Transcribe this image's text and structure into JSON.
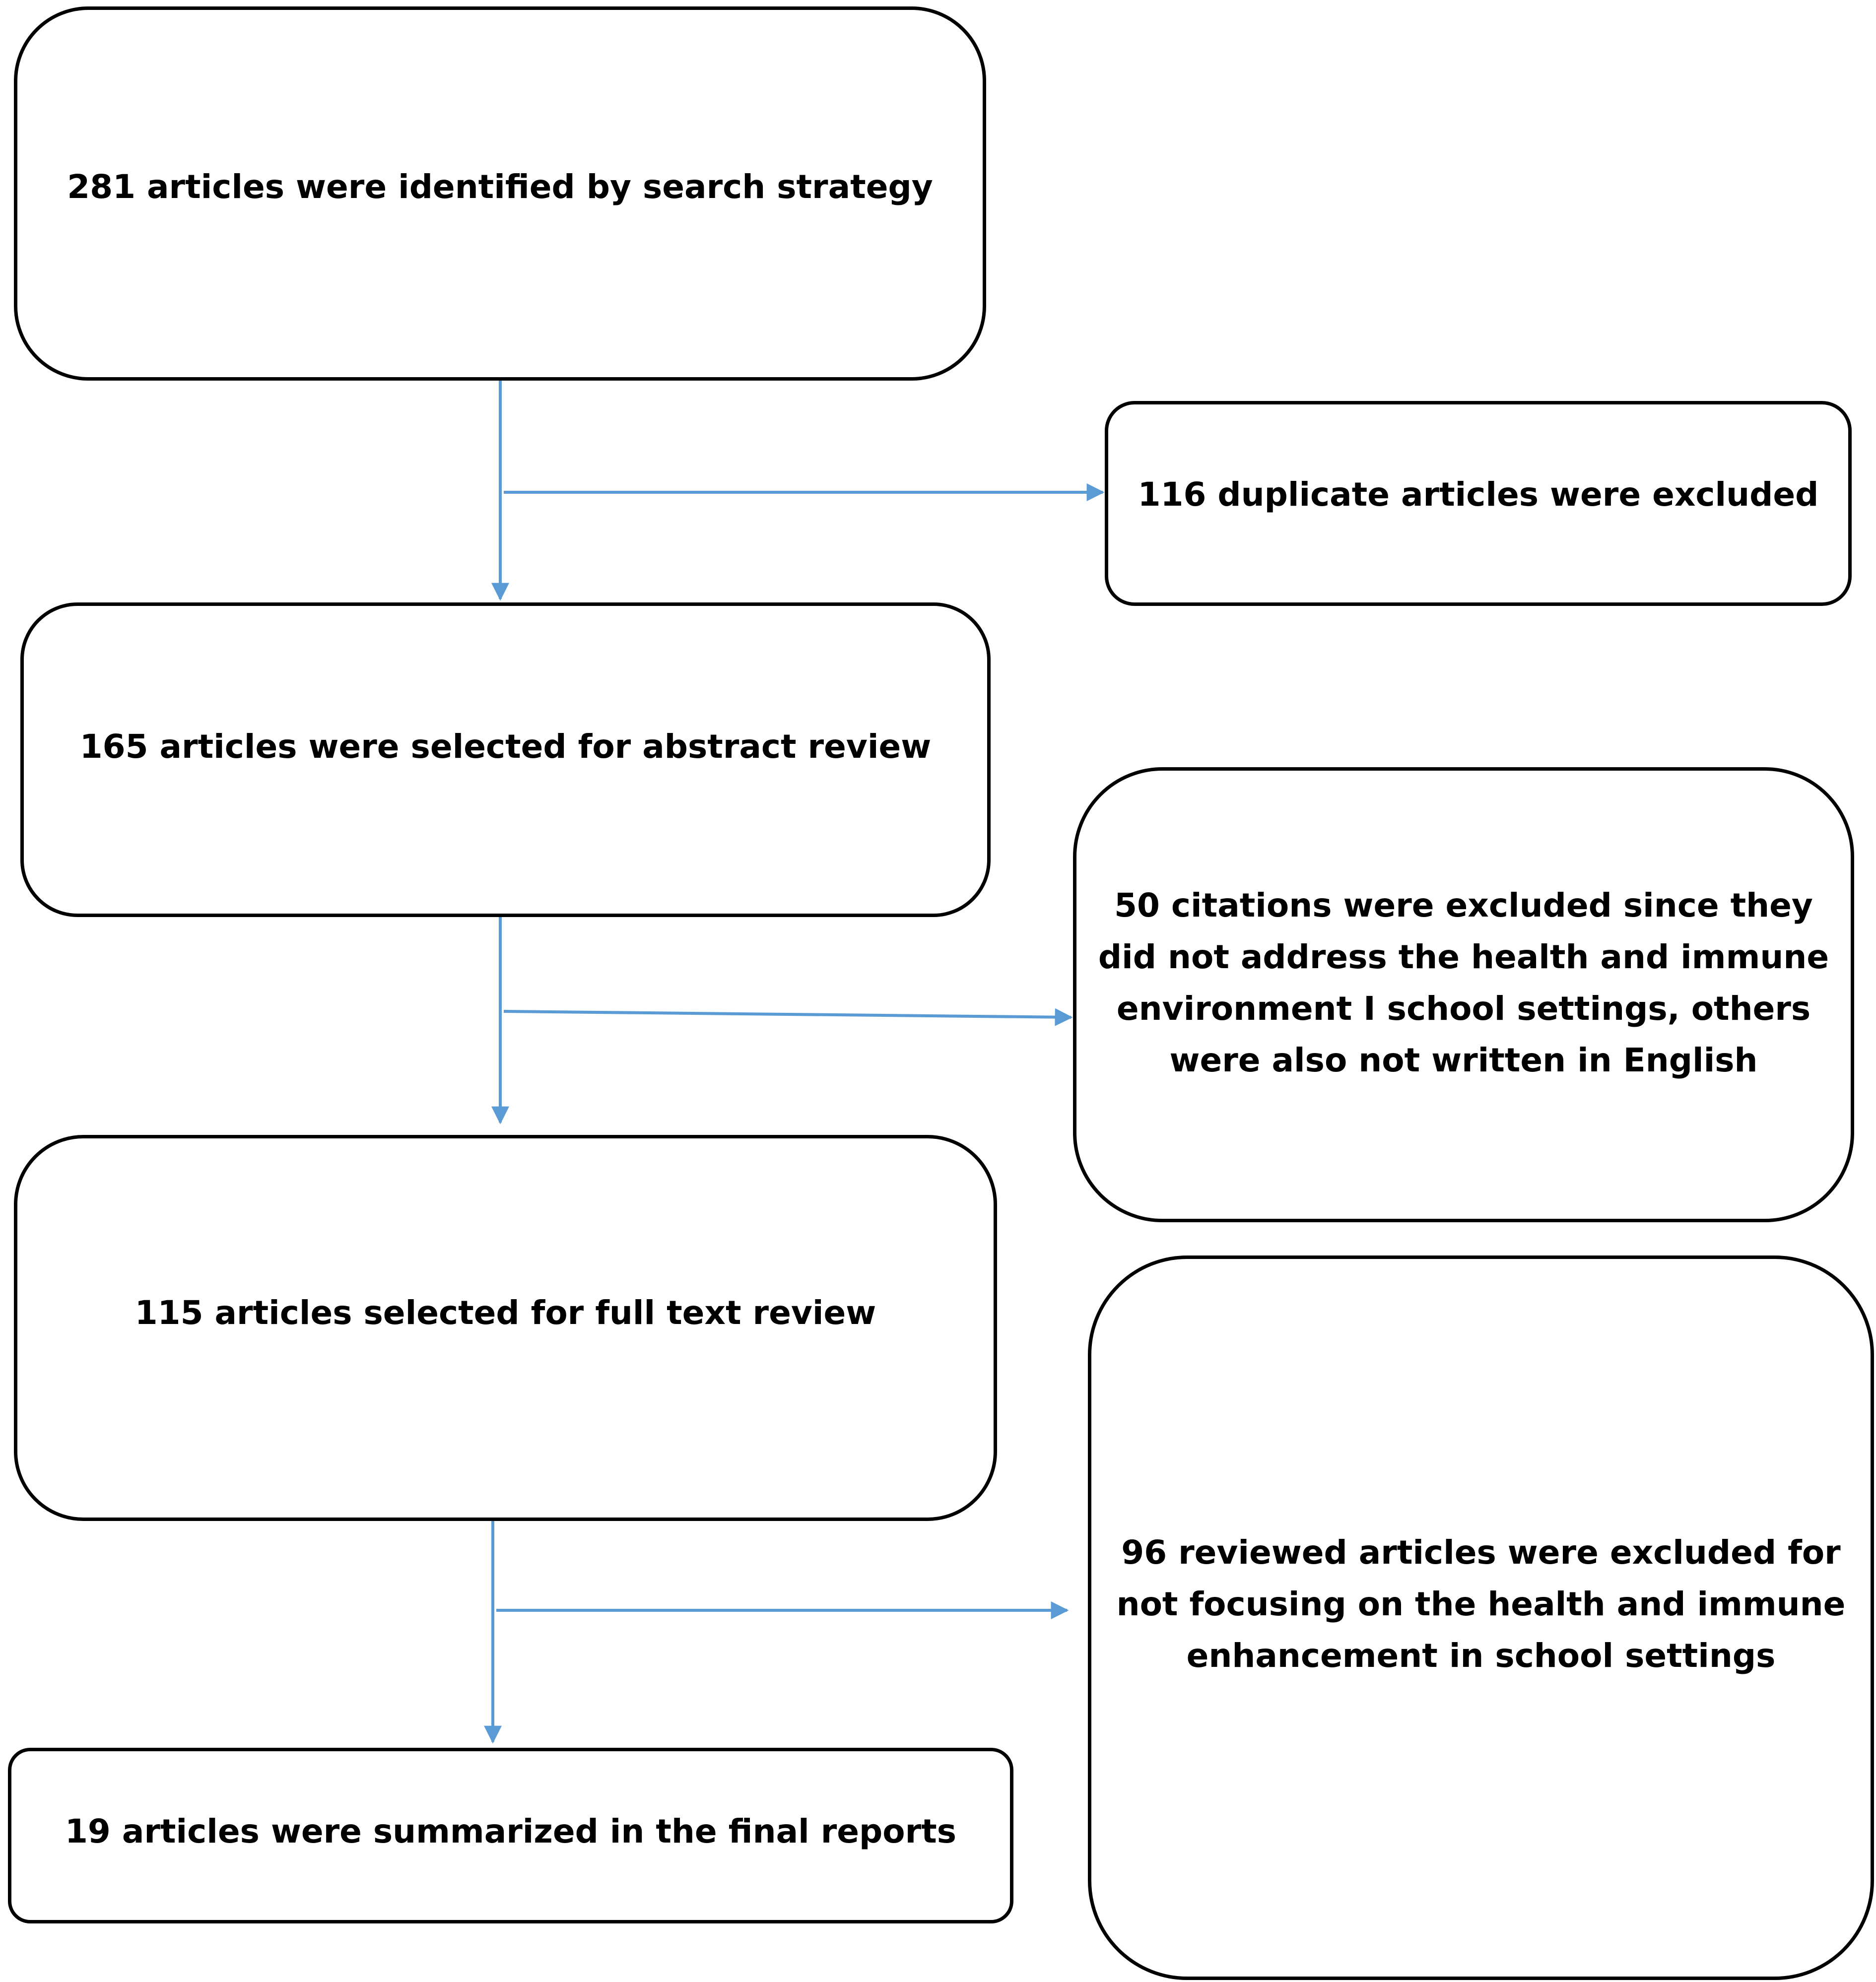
{
  "diagram": {
    "type": "flowchart",
    "line_color": "#5B9BD5",
    "boxes": {
      "identified": "281 articles were identified by search strategy",
      "duplicates_excluded": "116 duplicate articles were excluded",
      "abstract_review": "165 articles were selected for abstract review",
      "citations_excluded": "50 citations were excluded since they did not address the health and immune environment I school settings, others were also not written in English",
      "full_text_review": "115 articles selected for full text review",
      "reviewed_excluded": "96 reviewed articles were excluded for not focusing on the health and immune enhancement in school settings",
      "final": "19 articles were summarized in the final reports"
    }
  }
}
